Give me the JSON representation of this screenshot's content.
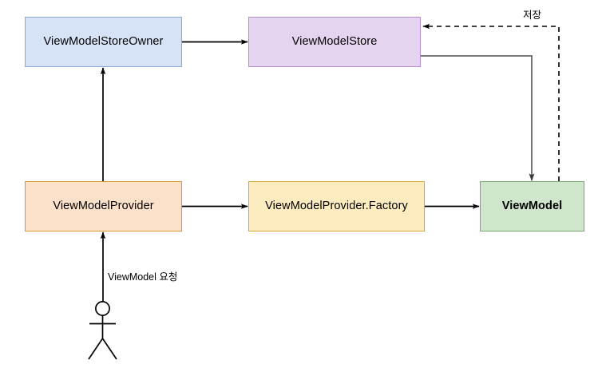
{
  "diagram": {
    "title_present": false,
    "nodes": [
      {
        "id": "view-model-store-owner",
        "label": "ViewModelStoreOwner",
        "fill": "#d6e3f7",
        "stroke": "#8aa8d8",
        "bold": false
      },
      {
        "id": "view-model-store",
        "label": "ViewModelStore",
        "fill": "#e5d4ef",
        "stroke": "#b58ec9",
        "bold": false
      },
      {
        "id": "view-model-provider",
        "label": "ViewModelProvider",
        "fill": "#fbe0ca",
        "stroke": "#d79b29",
        "bold": false
      },
      {
        "id": "view-model-provider-factory",
        "label": "ViewModelProvider.Factory",
        "fill": "#fcecc0",
        "stroke": "#d3a934",
        "bold": false
      },
      {
        "id": "view-model",
        "label": "ViewModel",
        "fill": "#cfe5cc",
        "stroke": "#76a86f",
        "bold": true
      }
    ],
    "edges": [
      {
        "id": "owner-to-store",
        "from": "ViewModelStoreOwner",
        "to": "ViewModelStore",
        "label": "",
        "style": "solid",
        "color": "#000000"
      },
      {
        "id": "provider-to-owner",
        "from": "ViewModelProvider",
        "to": "ViewModelStoreOwner",
        "label": "",
        "style": "solid",
        "color": "#000000"
      },
      {
        "id": "provider-to-factory",
        "from": "ViewModelProvider",
        "to": "ViewModelProvider.Factory",
        "label": "",
        "style": "solid",
        "color": "#000000"
      },
      {
        "id": "factory-to-viewmodel",
        "from": "ViewModelProvider.Factory",
        "to": "ViewModel",
        "label": "",
        "style": "solid",
        "color": "#000000"
      },
      {
        "id": "store-to-viewmodel",
        "from": "ViewModelStore",
        "to": "ViewModel",
        "label": "",
        "style": "solid",
        "color": "#666666"
      },
      {
        "id": "viewmodel-to-store-save",
        "from": "ViewModel",
        "to": "ViewModelStore",
        "label": "저장",
        "style": "dashed",
        "color": "#000000"
      },
      {
        "id": "actor-to-provider",
        "from": "actor",
        "to": "ViewModelProvider",
        "label": "ViewModel 요청",
        "style": "solid",
        "color": "#000000"
      }
    ],
    "labels": {
      "save": "저장",
      "request": "ViewModel 요청"
    },
    "actor": {
      "id": "user-actor",
      "name": "stick-figure-actor"
    }
  }
}
